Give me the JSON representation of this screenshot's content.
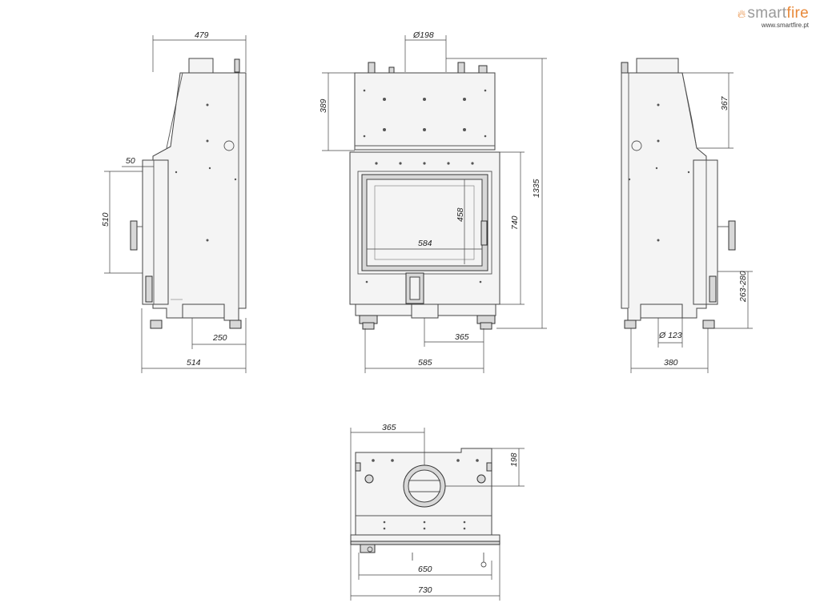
{
  "brand": {
    "name_part1": "smart",
    "name_part2": "fire",
    "url": "www.smartfire.pt",
    "colors": {
      "accent": "#e8893a",
      "grey": "#9a9a9a"
    },
    "icon": "flame-icon"
  },
  "dimensions": {
    "side_left": {
      "top_depth": "479",
      "offset": "50",
      "door_height": "510",
      "flue_offset": "250",
      "total_depth": "514"
    },
    "front": {
      "flue_diameter": "Ø198",
      "upper_height": "389",
      "glass_height": "458",
      "glass_width": "584",
      "door_height": "740",
      "total_height": "1335",
      "flue_offset": "365",
      "total_width": "585"
    },
    "side_right": {
      "upper_height": "367",
      "inlet_height": "263-280",
      "inlet_diameter": "Ø 123",
      "base_depth": "380"
    },
    "top": {
      "flue_offset": "365",
      "flue_depth": "198",
      "inner_width": "650",
      "total_width": "730"
    }
  }
}
